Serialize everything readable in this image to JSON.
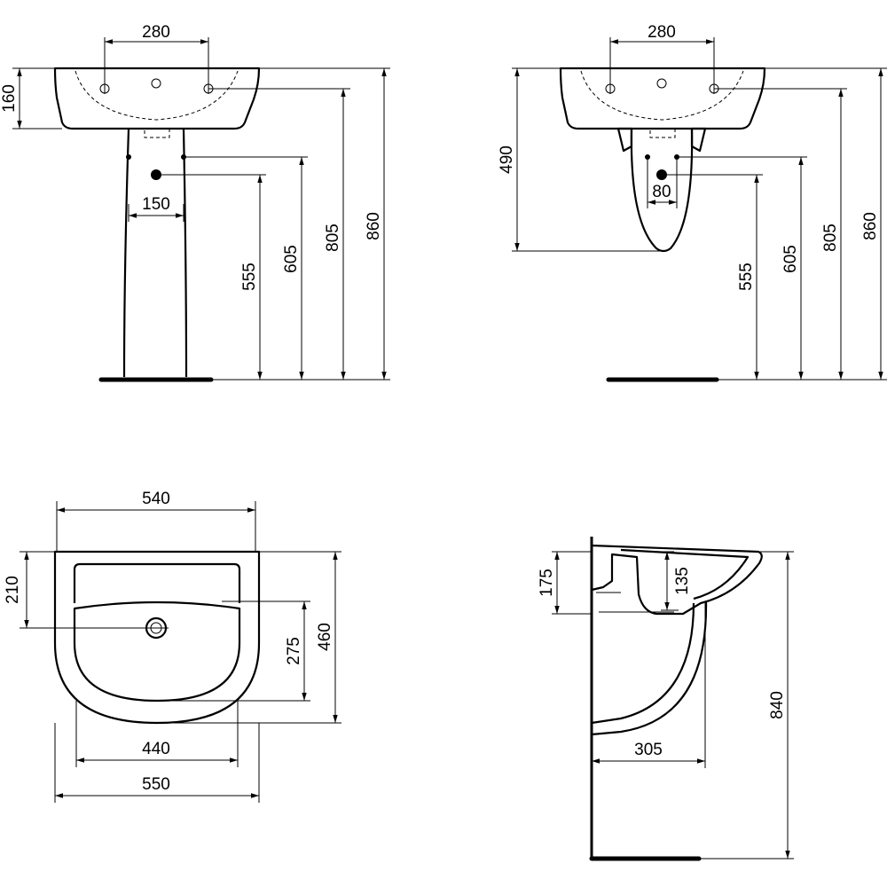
{
  "front_view_pedestal": {
    "tap_hole_spacing": "280",
    "basin_height": "160",
    "pedestal_width": "150",
    "waste_height": "555",
    "supply_height": "605",
    "tap_height": "805",
    "rim_height": "860"
  },
  "front_view_semi_pedestal": {
    "tap_hole_spacing": "280",
    "semi_pedestal_depth": "490",
    "supply_spacing": "80",
    "waste_height": "555",
    "supply_height": "605",
    "tap_height": "805",
    "rim_height": "860"
  },
  "plan_view": {
    "bowl_width": "540",
    "deck_depth": "210",
    "drain_to_front": "275",
    "total_depth": "460",
    "inner_width": "440",
    "overall_width": "550"
  },
  "side_view": {
    "basin_height": "175",
    "bowl_depth": "135",
    "rim_height": "840",
    "pedestal_projection": "305"
  }
}
